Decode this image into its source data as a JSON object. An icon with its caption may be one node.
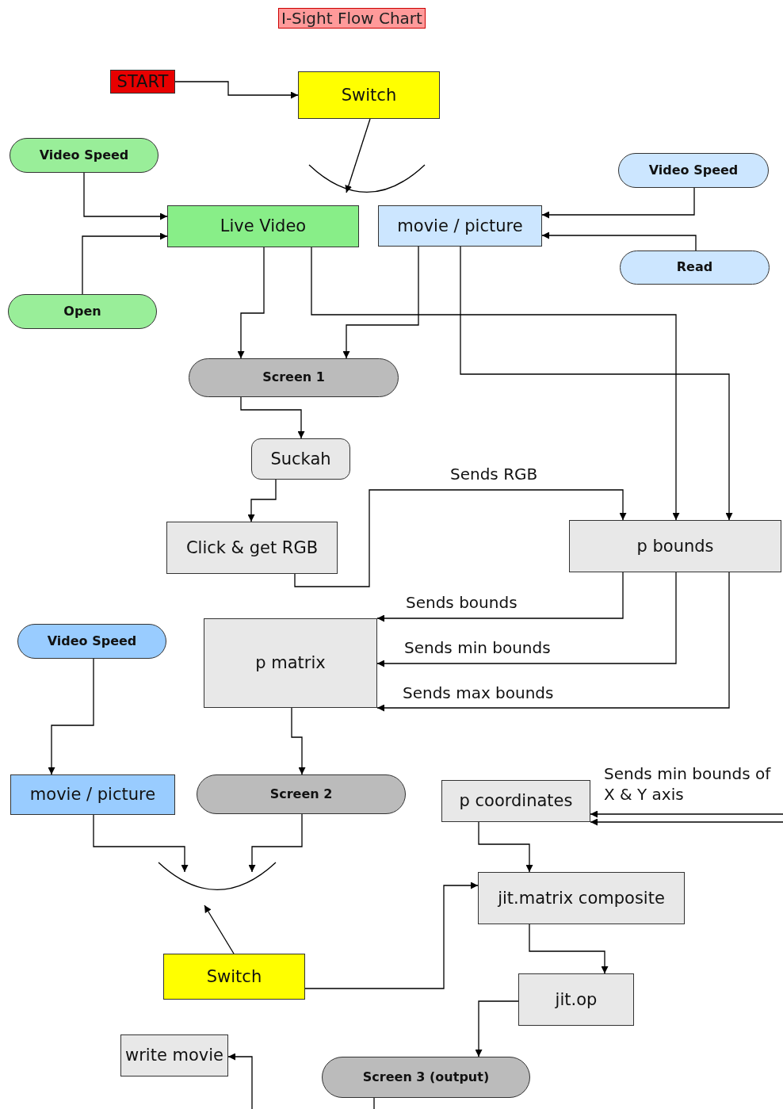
{
  "diagram": {
    "title": "I-Sight Flow Chart",
    "nodes": [
      {
        "text": [
          "START"
        ]
      },
      {
        "text": [
          "Switch"
        ]
      },
      {
        "text": [],
        "shape": "arc"
      },
      {
        "text": [
          "Video Speed"
        ]
      },
      {
        "text": [
          "Live Video"
        ]
      },
      {
        "text": [
          "movie / picture"
        ]
      },
      {
        "text": [
          "Video Speed"
        ]
      },
      {
        "text": [
          "Open"
        ]
      },
      {
        "text": [
          "Read"
        ]
      },
      {
        "text": [
          "Screen 1"
        ]
      },
      {
        "text": [
          "Suckah"
        ]
      },
      {
        "text": [
          "Click & get RGB"
        ]
      },
      {
        "text": [
          "p bounds"
        ]
      },
      {
        "text": [
          "Video Speed"
        ]
      },
      {
        "text": [
          "p matrix"
        ]
      },
      {
        "text": [
          "movie / picture"
        ]
      },
      {
        "text": [
          "Screen 2"
        ]
      },
      {
        "text": [
          "p coordinates"
        ]
      },
      {
        "text": [],
        "shape": "arc"
      },
      {
        "text": [
          "jit.matrix composite"
        ]
      },
      {
        "text": [
          "Switch"
        ]
      },
      {
        "text": [
          "jit.op"
        ]
      },
      {
        "text": [
          "write movie"
        ]
      },
      {
        "text": [
          "Screen 3 (output)"
        ]
      }
    ],
    "edges": [
      {
        "from": 0,
        "to": 1,
        "arrow": "to"
      },
      {
        "from": 1,
        "to": 2,
        "arrow": "to"
      },
      {
        "from": 3,
        "to": 4,
        "arrow": "to"
      },
      {
        "from": 7,
        "to": 4,
        "arrow": "to"
      },
      {
        "from": 6,
        "to": 5,
        "arrow": "to"
      },
      {
        "from": 8,
        "to": 5,
        "arrow": "to"
      },
      {
        "from": 4,
        "to": 9,
        "arrow": "to"
      },
      {
        "from": 5,
        "to": 9,
        "arrow": "to"
      },
      {
        "from": 4,
        "to": 12,
        "arrow": "to"
      },
      {
        "from": 5,
        "to": 12,
        "arrow": "to"
      },
      {
        "from": 9,
        "to": 10,
        "arrow": "to"
      },
      {
        "from": 10,
        "to": 11,
        "arrow": "to"
      },
      {
        "from": 11,
        "to": 12,
        "arrow": "to",
        "label": "Sends RGB"
      },
      {
        "from": 12,
        "to": 14,
        "arrow": "to",
        "label": "Sends bounds"
      },
      {
        "from": 12,
        "to": 14,
        "arrow": "to",
        "label": "Sends min bounds"
      },
      {
        "from": 12,
        "to": 14,
        "arrow": "to",
        "label": "Sends max bounds"
      },
      {
        "from": 13,
        "to": 15,
        "arrow": "to"
      },
      {
        "from": 14,
        "to": 16,
        "arrow": "to"
      },
      {
        "from": null,
        "to": 17,
        "arrow": "to",
        "label": "Sends min bounds of X & Y axis"
      },
      {
        "from": null,
        "to": 17,
        "arrow": "to"
      },
      {
        "from": 15,
        "to": 18,
        "arrow": "to"
      },
      {
        "from": 16,
        "to": 18,
        "arrow": "to"
      },
      {
        "from": 20,
        "to": 18,
        "arrow": "to"
      },
      {
        "from": 20,
        "to": 19,
        "arrow": "to"
      },
      {
        "from": 17,
        "to": 19,
        "arrow": "to"
      },
      {
        "from": 19,
        "to": 21,
        "arrow": "to"
      },
      {
        "from": 21,
        "to": 23,
        "arrow": "to"
      },
      {
        "from": null,
        "to": 22,
        "arrow": "to"
      },
      {
        "from": 23,
        "to": null,
        "arrow": "none"
      }
    ]
  }
}
